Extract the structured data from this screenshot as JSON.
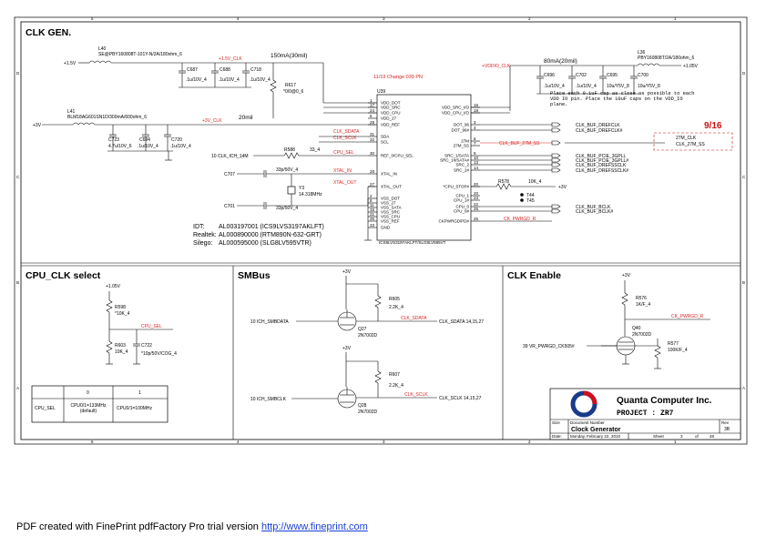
{
  "sections": {
    "clk_gen": "CLK GEN.",
    "cpu_clk_select": "CPU_CLK select",
    "smbus": "SMBus",
    "clk_enable": "CLK Enable"
  },
  "clk_gen": {
    "rail_1v5": "+1.5V",
    "rail_1v5_clk": "+1.5V_CLK",
    "rail_3v": "+3V",
    "rail_3v_clk": "+3V_CLK",
    "rail_vddio_clk": "+VDDIO_CLK",
    "rail_1v05": "+1.05V",
    "l40": "L40",
    "l40_val": "SE@PBY160808T-101Y-N/2A/180ohm_6",
    "l41": "L41",
    "l41_val": "BLM18AG601SN1D/300mA/600ohm_6",
    "l36": "L36",
    "l36_val": "PBY160808T/2A/180ohm_6",
    "current_150": "150mA(30mil)",
    "current_80": "80mA(20mil)",
    "mil20": "20mil",
    "change_note": "11/19 Change 039 PN",
    "cap_note": "Place each 0.1uF cap as close as possible to each VDD IO pin. Place the 10uF caps on the VDD_IO plane.",
    "date_916": "9/16",
    "u39": "U39",
    "y3": "Y3",
    "y3_val": "14.318MHz",
    "caps": [
      {
        "ref": "C687",
        "val": ".1u/10V_4"
      },
      {
        "ref": "C688",
        "val": ".1u/10V_4"
      },
      {
        "ref": "C718",
        "val": ".1u/10V_4"
      },
      {
        "ref": "C723",
        "val": "4.7u/10V_6"
      },
      {
        "ref": "C694",
        "val": ".1u/10V_4"
      },
      {
        "ref": "C720",
        "val": ".1u/10V_4"
      },
      {
        "ref": "C696",
        "val": ".1u/10V_4"
      },
      {
        "ref": "C702",
        "val": ".1u/10V_4"
      },
      {
        "ref": "C695",
        "val": "10u/Y5V_8"
      },
      {
        "ref": "C700",
        "val": "10u/Y5V_8"
      }
    ],
    "r617": "R617",
    "r617_val": "*0/0@0_6",
    "left_pins": [
      "VDD_DOT",
      "VDD_SRC",
      "VDD_CPU",
      "VDD_27",
      "VDD_REF",
      "SDA",
      "SCL",
      "REF_0/CPU_SEL",
      "XTAL_IN",
      "XTAL_OUT",
      "VSS_DOT",
      "VSS_27",
      "VSS_SATA",
      "VSS_SRC",
      "VSS_CPU",
      "VSS_REF",
      "GND"
    ],
    "left_pin_nums": [
      "1",
      "17",
      "24",
      "5",
      "29",
      "31",
      "32",
      "30",
      "28",
      "27",
      "2",
      "8",
      "11",
      "15",
      "21",
      "26",
      "33"
    ],
    "right_pins": [
      "VDD_SRC_I/O",
      "VDD_CPU_I/O",
      "DOT_96",
      "DOT_96#",
      "27M",
      "27M_SS",
      "SRC_1/SATA",
      "SRC_1#/SATA#",
      "SRC_2",
      "SRC_2#",
      "*CPU_STOP#",
      "CPU_1",
      "CPU_1#",
      "CPU_0",
      "CPU_0#",
      "CKPWRGD/PD#"
    ],
    "right_pin_nums": [
      "16",
      "18",
      "3",
      "4",
      "6",
      "7",
      "9",
      "10",
      "13",
      "14",
      "20",
      "20",
      "23",
      "22",
      "25",
      "25"
    ],
    "chip_bottom": "ICS9LVS3197AKLFT/SLG8LV595VT",
    "nets_left": [
      "CLK_SDATA",
      "CLK_SCLK",
      "CPU_SEL",
      "XTAL_IN",
      "XTAL_OUT"
    ],
    "clk_ich_14m": "CLK_ICH_14M",
    "r588": "R588",
    "r588_val": "33_4",
    "c707": "C707",
    "c707_val": "33p/50V_4",
    "c701": "C701",
    "c701_val": "33p/50V_4",
    "right_nets": [
      "CLK_BUF_DREFCLK",
      "CLK_BUF_DREFCLK#",
      "CLK_BUF_27M_SS",
      "CLK_BUF_PCIE_3GPLL",
      "CLK_BUF_PCIE_3GPLL#",
      "CLK_BUF_DREFSSCLK",
      "CLK_BUF_DREFSSCLK#",
      "CLK_BUF_BCLK",
      "CLK_BUF_BCLK#",
      "CK_PWRGD_R"
    ],
    "net_27m_clk": "27M_CLK",
    "net_27m_ss": "CLK_27M_SS",
    "r578": "R578",
    "r578_val": "10K_4",
    "t44": "T44",
    "t45": "T45",
    "idt_label": "IDT:",
    "idt_val": "AL003197001 (ICS9LVS3197AKLFT)",
    "realtek_label": "Realtek:",
    "realtek_val": "AL000890000 (RTM890N-632-GRT)",
    "silego_label": "Silego:",
    "silego_val": "AL000595000 (SLG8LV595VTR)"
  },
  "cpu_clk": {
    "rail": "+1.05V",
    "r598": "R598",
    "r598_val": "*10K_4",
    "r603": "R603",
    "r603_val": "10K_4",
    "c722": "C722",
    "c722_val": "*10p/50V/COG_4",
    "net": "CPU_SEL",
    "table": {
      "col0": "0",
      "col1": "1",
      "row_label": "CPU_SEL",
      "cell0": "CPU0/1=133MHz (default)",
      "cell1": "CPU0/1=100MHz"
    }
  },
  "smbus": {
    "rail": "+3V",
    "r605": "R605",
    "r605_val": "2.2K_4",
    "r607": "R607",
    "r607_val": "2.2K_4",
    "q27": "Q27",
    "q27_val": "2N7002D",
    "q28": "Q28",
    "q28_val": "2N7002D",
    "in1": "10  ICH_SMBDATA",
    "in2": "10  ICH_SMBCLK",
    "out1": "CLK_SDATA",
    "out1_refs": "14,15,27",
    "out2": "CLK_SCLK",
    "out2_refs": "14,15,27",
    "net1": "CLK_SDATA",
    "net2": "CLK_SCLK"
  },
  "clk_enable": {
    "rail": "+3V",
    "r576": "R576",
    "r576_val": "1K/F_4",
    "r577": "R577",
    "r577_val": "100K/F_4",
    "q40": "Q40",
    "q40_val": "2N7002D",
    "in": "39  VR_PWRGD_CK505#",
    "out": "CK_PWRGD_R"
  },
  "title_block": {
    "company": "Quanta Computer Inc.",
    "project_label": "PROJECT :",
    "project": "ZR7",
    "size_label": "Size",
    "doc_label": "Document Number",
    "rev_label": "Rev",
    "rev": "3B",
    "title": "Clock Generator",
    "date_label": "Date:",
    "date": "Monday, February 22, 2010",
    "sheet_label": "Sheet",
    "sheet": "3",
    "of_label": "of",
    "of": "48"
  },
  "footer": {
    "text": "PDF created with FinePrint pdfFactory Pro trial version ",
    "link": "http://www.fineprint.com"
  },
  "colors": {
    "wire": "#000000",
    "net_red": "#dd2222",
    "annotation_red": "#cc1111",
    "logo_blue": "#1a3a8a",
    "logo_red": "#cc1122"
  }
}
